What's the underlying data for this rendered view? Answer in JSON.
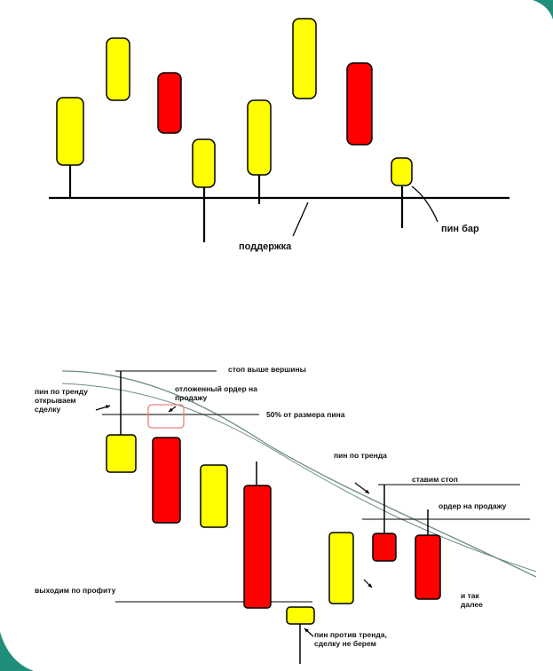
{
  "colors": {
    "bull": "#ffff00",
    "bear": "#ff0000",
    "line": "#000000",
    "trend": "#6e8c86",
    "pending": "#e88080",
    "frame": "#1f8f7c"
  },
  "top_diagram": {
    "label_support": "поддержка",
    "label_pinbar": "пин бар"
  },
  "bottom_diagram": {
    "label_stop_above_peak": "стоп выше вершины",
    "label_pin_with_trend_open": "пин по тренду\nоткрываем\nсделку",
    "label_pending_order": "отложенный ордер на\nпродажу",
    "label_fifty_percent": "50% от размера пина",
    "label_pin_with_trend": "пин по тренда",
    "label_set_stop": "ставим стоп",
    "label_sell_order": "ордер на продажу",
    "label_take_profit": "выходим по профиту",
    "label_and_so_on": "и так\nдалее",
    "label_pin_against_trend": "пин против тренда,\nсделку не берем"
  }
}
